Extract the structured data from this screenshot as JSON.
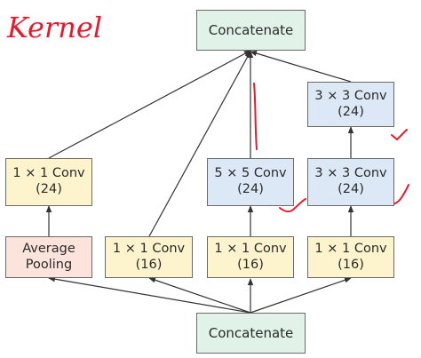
{
  "nodes": {
    "concat_top": {
      "label": "Concatenate"
    },
    "conv1_left": {
      "line1": "1 × 1 Conv",
      "line2": "(24)"
    },
    "avg_pool": {
      "line1": "Average",
      "line2": "Pooling"
    },
    "conv1_b": {
      "line1": "1 × 1 Conv",
      "line2": "(16)"
    },
    "conv5": {
      "line1": "5 × 5 Conv",
      "line2": "(24)"
    },
    "conv1_c": {
      "line1": "1 × 1 Conv",
      "line2": "(16)"
    },
    "conv3_top": {
      "line1": "3 × 3 Conv",
      "line2": "(24)"
    },
    "conv3_mid": {
      "line1": "3 × 3 Conv",
      "line2": "(24)"
    },
    "conv1_d": {
      "line1": "1 × 1 Conv",
      "line2": "(16)"
    },
    "concat_bottom": {
      "label": "Concatenate"
    }
  },
  "annotations": {
    "handwritten_title": "Kernel"
  },
  "colors": {
    "green_box": "#e1f2e8",
    "yellow_box": "#fdf3cc",
    "blue_box": "#dde8f6",
    "pink_box": "#fce4dc",
    "border": "#6a6a6a",
    "arrow": "#333333",
    "handwriting": "#e8192c"
  }
}
